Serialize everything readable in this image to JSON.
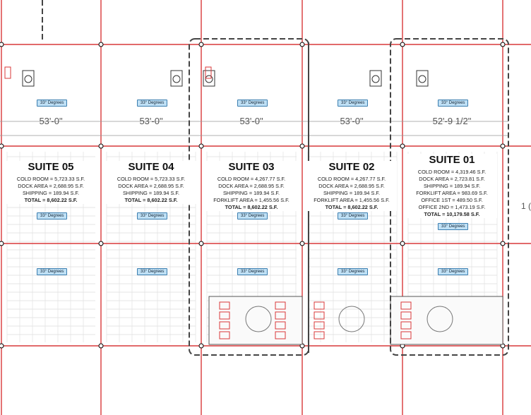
{
  "dimensions": [
    "53'-0\"",
    "53'-0\"",
    "53'-0\"",
    "53'-0\"",
    "52'-9 1/2\""
  ],
  "badge_label": "33° Degrees",
  "edge_label": "1 (",
  "suites": [
    {
      "title": "SUITE 05",
      "lines": [
        "COLD ROOM = 5,723.33 S.F.",
        "DOCK AREA = 2,688.95 S.F.",
        "SHIPPING = 189.94 S.F."
      ],
      "total": "TOTAL = 8,602.22 S.F."
    },
    {
      "title": "SUITE 04",
      "lines": [
        "COLD ROOM = 5,723.33 S.F.",
        "DOCK AREA = 2,688.95 S.F.",
        "SHIPPING = 189.94 S.F."
      ],
      "total": "TOTAL = 8,602.22 S.F."
    },
    {
      "title": "SUITE 03",
      "lines": [
        "COLD ROOM = 4,267.77 S.F.",
        "DOCK AREA = 2,688.95 S.F.",
        "SHIPPING = 189.94 S.F.",
        "FORKLIFT AREA = 1,455.56 S.F."
      ],
      "total": "TOTAL = 8,602.22 S.F."
    },
    {
      "title": "SUITE 02",
      "lines": [
        "COLD ROOM = 4,267.77 S.F.",
        "DOCK AREA = 2,688.95 S.F.",
        "SHIPPING = 189.94 S.F.",
        "FORKLIFT AREA = 1,455.56 S.F."
      ],
      "total": "TOTAL = 8,602.22 S.F."
    },
    {
      "title": "SUITE 01",
      "lines": [
        "COLD ROOM = 4,319.46 S.F.",
        "DOCK AREA = 2,723.81 S.F.",
        "SHIPPING = 189.94 S.F.",
        "FORKLIFT AREA = 983.69 S.F.",
        "OFFICE 1ST = 489.50 S.F.",
        "OFFICE 2ND = 1,473.19 S.F."
      ],
      "total": "TOTAL = 10,179.58 S.F."
    }
  ],
  "colors": {
    "wall": "#d9383a",
    "grid": "#aaaaaa",
    "dash": "#444444",
    "badge": "#bfe0f5"
  }
}
